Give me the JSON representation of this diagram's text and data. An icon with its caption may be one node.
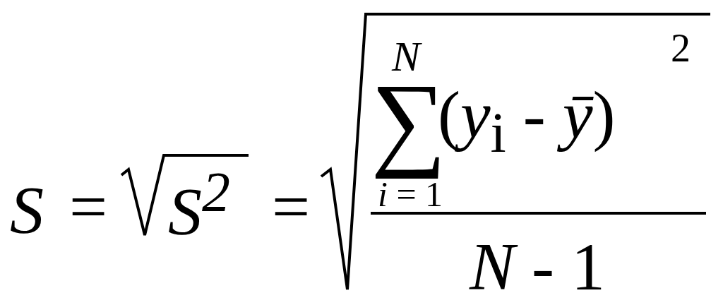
{
  "diagram": {
    "labels": [
      "S",
      "=",
      "S$^{2}$",
      "=",
      "N",
      "∑",
      "(*y*$_{i}$ - *ȳ*)",
      "2",
      "*i* = 1",
      "*N* - 1"
    ]
  }
}
